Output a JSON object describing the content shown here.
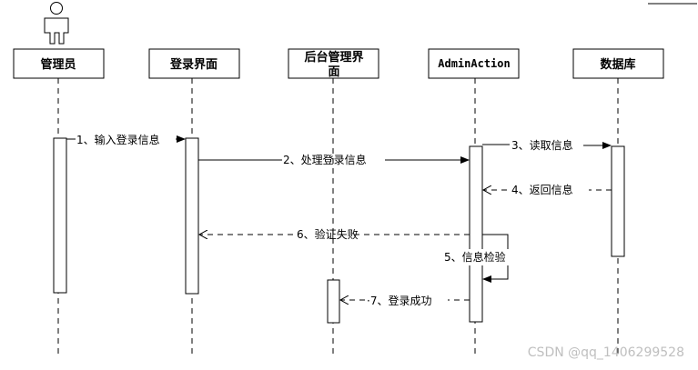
{
  "participants": [
    {
      "id": "admin",
      "label_lines": [
        "管理员"
      ],
      "mono": false
    },
    {
      "id": "login_ui",
      "label_lines": [
        "登录界面"
      ],
      "mono": false
    },
    {
      "id": "backend_ui",
      "label_lines": [
        "后台管理界",
        "面"
      ],
      "mono": false
    },
    {
      "id": "admin_action",
      "label_lines": [
        "AdminAction"
      ],
      "mono": true
    },
    {
      "id": "database",
      "label_lines": [
        "数据库"
      ],
      "mono": false
    }
  ],
  "messages": [
    {
      "id": "m1",
      "label": "1、输入登录信息",
      "from": "admin",
      "to": "login_ui",
      "kind": "sync"
    },
    {
      "id": "m2",
      "label": "2、处理登录信息",
      "from": "login_ui",
      "to": "admin_action",
      "kind": "sync"
    },
    {
      "id": "m3",
      "label": "3、读取信息",
      "from": "admin_action",
      "to": "database",
      "kind": "sync"
    },
    {
      "id": "m4",
      "label": "4、返回信息",
      "from": "database",
      "to": "admin_action",
      "kind": "return"
    },
    {
      "id": "m5",
      "label": "5、信息检验",
      "from": "admin_action",
      "to": "admin_action",
      "kind": "self"
    },
    {
      "id": "m6",
      "label": "6、验证失败",
      "from": "admin_action",
      "to": "login_ui",
      "kind": "return"
    },
    {
      "id": "m7",
      "label": "·7、登录成功",
      "from": "admin_action",
      "to": "backend_ui",
      "kind": "return"
    }
  ],
  "watermark": "CSDN @qq_1406299528"
}
